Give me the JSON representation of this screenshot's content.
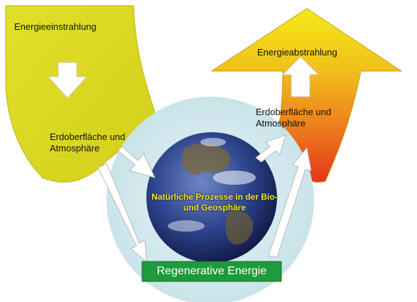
{
  "labels": {
    "incoming": "Energieeinstrahlung",
    "outgoing": "Energieabstrahlung",
    "surface_left": "Erdoberfläche und\nAtmosphäre",
    "surface_right": "Erdoberfläche und\nAtmosphäre",
    "globe": "Natürliche Prozesse in der Bio- und Geosphäre",
    "regenerative": "Regenerative Energie"
  },
  "colors": {
    "incoming_arrow": "#d8d820",
    "outgoing_arrow_top": "#f2ea18",
    "outgoing_arrow_bottom": "#e8401a",
    "halo": "#d4ebf0",
    "globe_ocean": "#2a3f82",
    "regenerative_box": "#1e9a3c",
    "flow_arrows": "#ffffff"
  }
}
